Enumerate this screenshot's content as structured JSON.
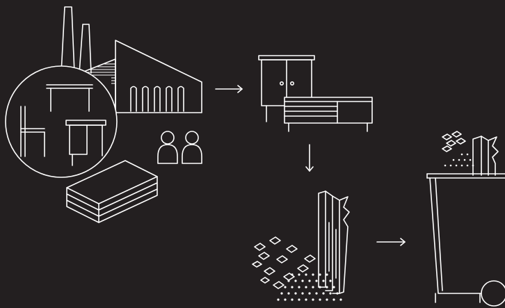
{
  "colors": {
    "background": "#231f20",
    "line": "#ffffff"
  },
  "scene": {
    "factory": {
      "icon": "factory-icon"
    },
    "workers": {
      "icon": "workers-icon"
    },
    "wood_panels": {
      "icon": "panel-stack-icon"
    },
    "furniture": {
      "icon": "furniture-icon"
    },
    "debris": {
      "icon": "broken-furniture-icon"
    },
    "waste_bin": {
      "icon": "waste-bin-icon"
    },
    "arrows": [
      "right",
      "down",
      "right"
    ]
  }
}
